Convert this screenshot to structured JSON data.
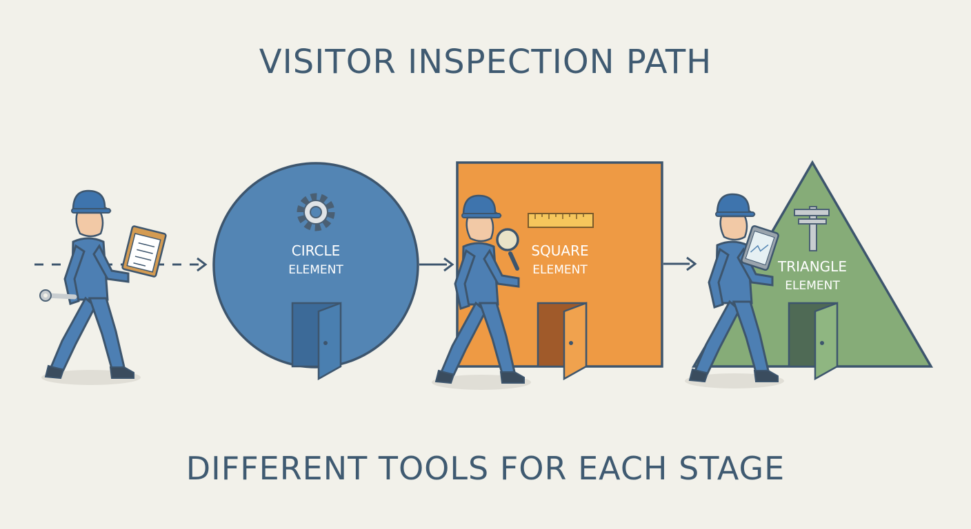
{
  "title": "VISITOR INSPECTION PATH",
  "subtitle": "DIFFERENT TOOLS FOR EACH STAGE",
  "colors": {
    "background": "#f2f1ea",
    "outline": "#3d556d",
    "worker": "#4d7fb3",
    "circle": "#5385b4",
    "square": "#ee9a44",
    "triangle": "#86ac78",
    "text": "#3f5a71"
  },
  "stages": [
    {
      "line1": "CIRCLE",
      "line2": "ELEMENT",
      "icon": "gear-icon"
    },
    {
      "line1": "SQUARE",
      "line2": "ELEMENT",
      "icon": "ruler-icon"
    },
    {
      "line1": "TRIANGLE",
      "line2": "ELEMENT",
      "icon": "caliper-icon"
    }
  ],
  "tools": [
    "clipboard-icon",
    "wrench-icon",
    "magnifier-icon",
    "tablet-icon"
  ]
}
